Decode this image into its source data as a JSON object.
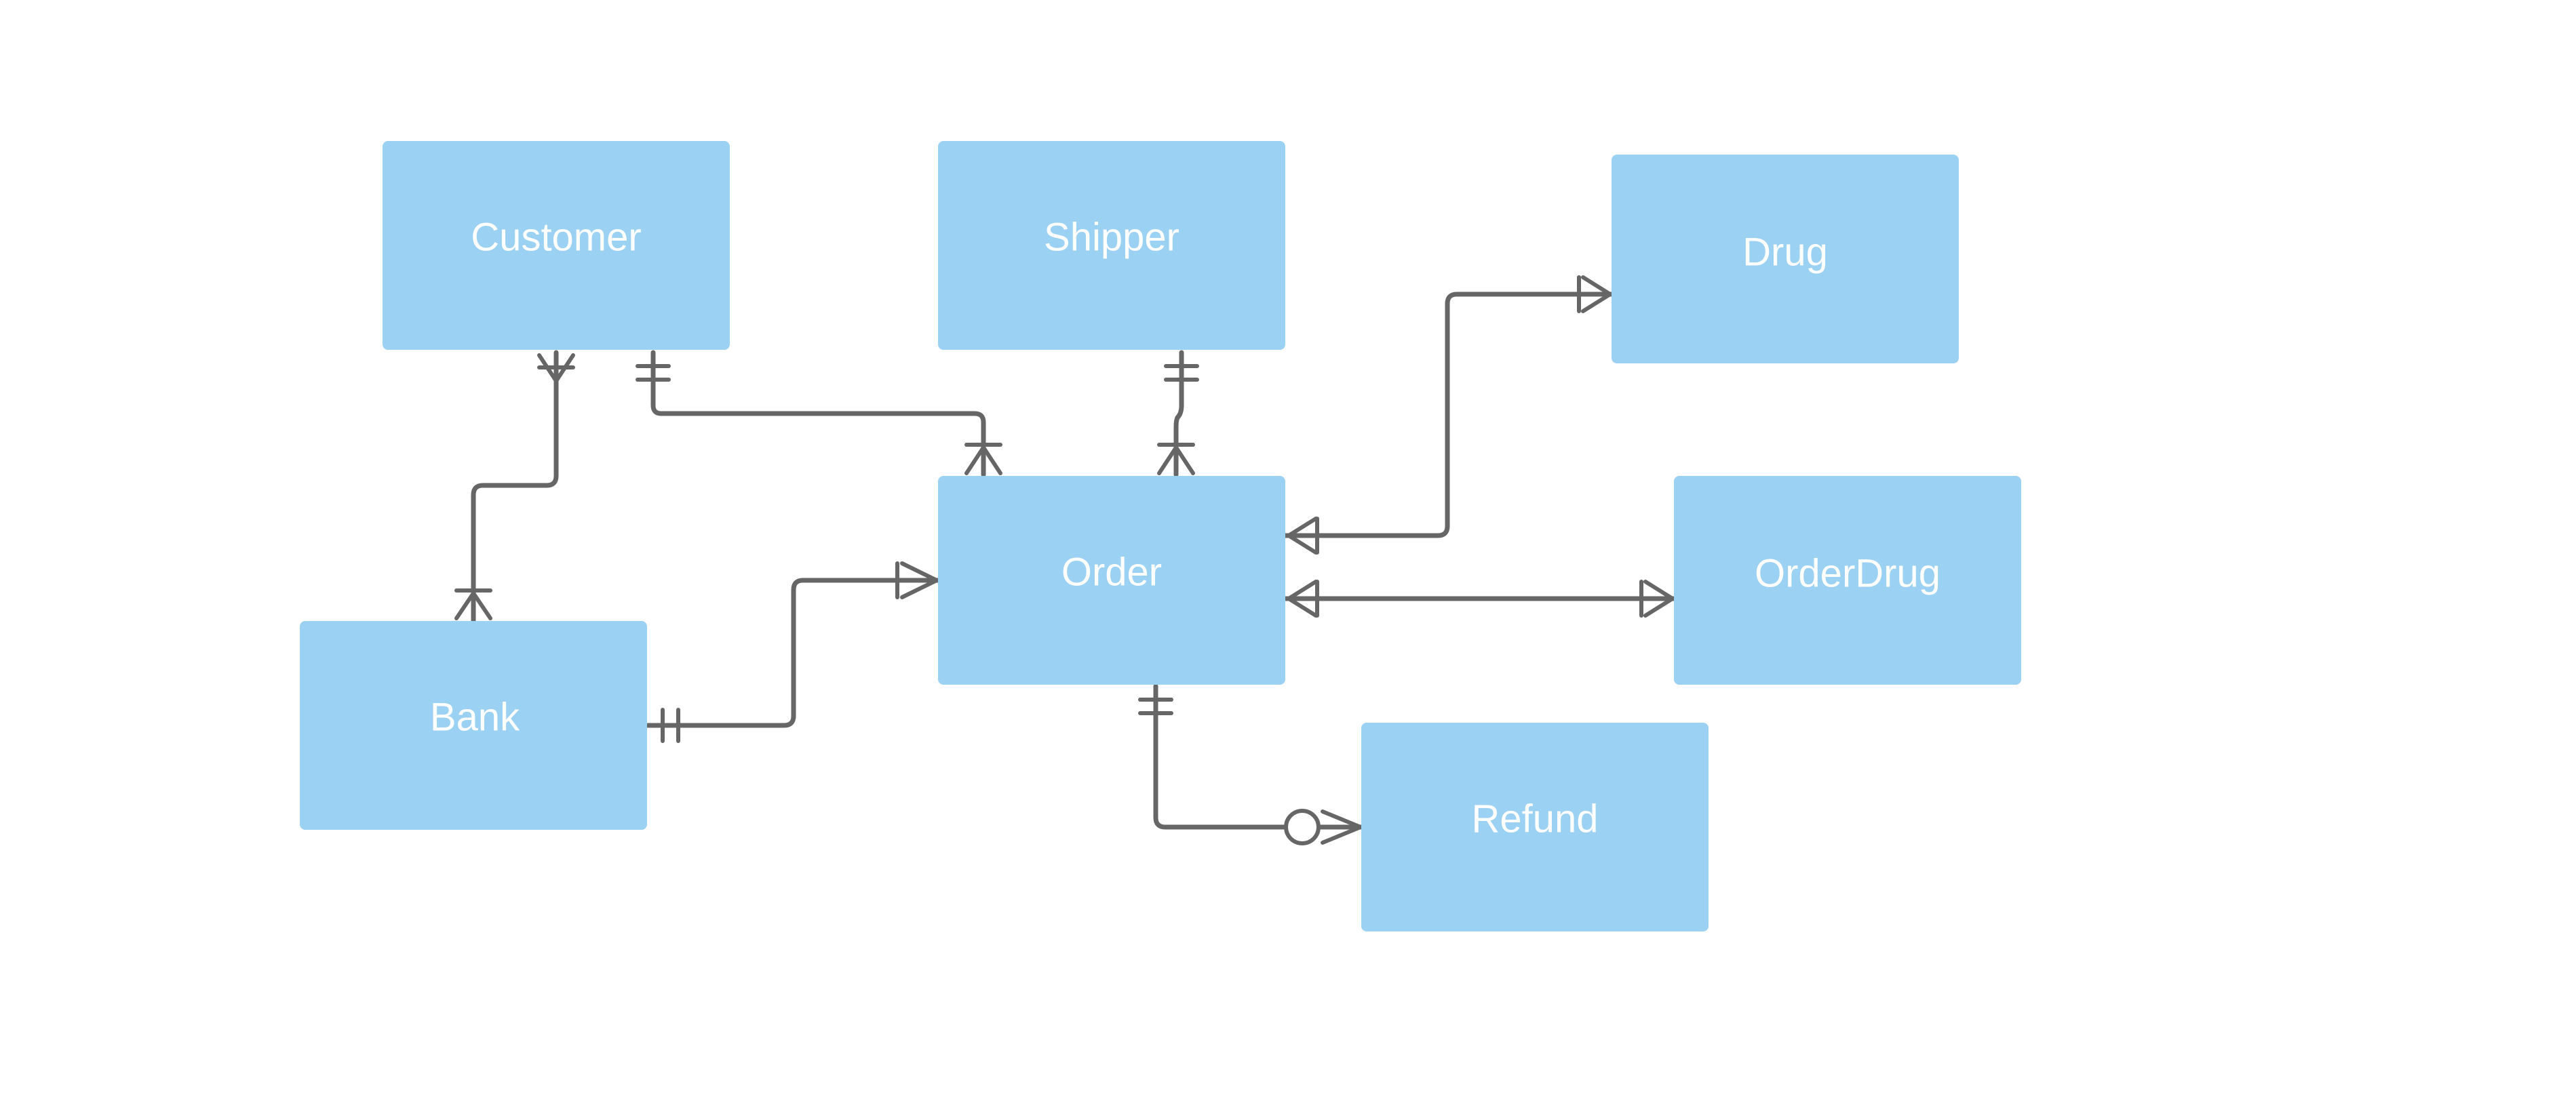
{
  "colors": {
    "background": "#ffffff",
    "entity_fill": "#9bd1f3",
    "entity_text": "#ffffff",
    "connector": "#666666"
  },
  "entities": [
    {
      "id": "customer",
      "label": "Customer"
    },
    {
      "id": "shipper",
      "label": "Shipper"
    },
    {
      "id": "drug",
      "label": "Drug"
    },
    {
      "id": "order",
      "label": "Order"
    },
    {
      "id": "orderdrug",
      "label": "OrderDrug"
    },
    {
      "id": "bank",
      "label": "Bank"
    },
    {
      "id": "refund",
      "label": "Refund"
    }
  ],
  "relationships": [
    {
      "id": "customer-bank",
      "from": "customer",
      "from_cardinality": "one-or-many",
      "to": "bank",
      "to_cardinality": "one-or-many"
    },
    {
      "id": "customer-order",
      "from": "customer",
      "from_cardinality": "one-and-only-one",
      "to": "order",
      "to_cardinality": "one-or-many"
    },
    {
      "id": "shipper-order",
      "from": "shipper",
      "from_cardinality": "one-and-only-one",
      "to": "order",
      "to_cardinality": "one-or-many"
    },
    {
      "id": "order-drug",
      "from": "order",
      "from_cardinality": "one-or-many",
      "to": "drug",
      "to_cardinality": "one-or-many"
    },
    {
      "id": "order-orderdrug",
      "from": "order",
      "from_cardinality": "one-or-many",
      "to": "orderdrug",
      "to_cardinality": "one-or-many"
    },
    {
      "id": "bank-order",
      "from": "bank",
      "from_cardinality": "one-and-only-one",
      "to": "order",
      "to_cardinality": "one-or-many"
    },
    {
      "id": "order-refund",
      "from": "order",
      "from_cardinality": "one-and-only-one",
      "to": "refund",
      "to_cardinality": "zero-or-many"
    }
  ]
}
